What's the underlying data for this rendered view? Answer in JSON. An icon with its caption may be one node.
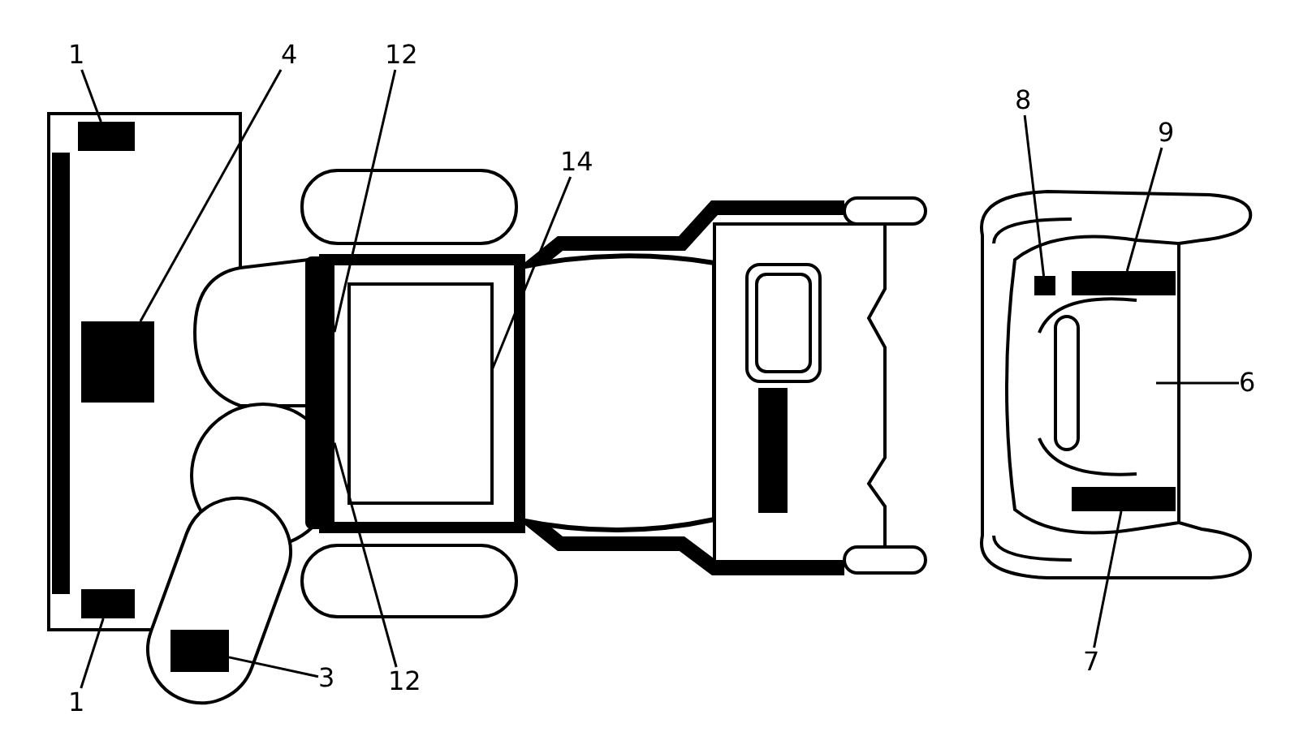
{
  "diagram": {
    "nodes": [
      {
        "text": [
          "1"
        ]
      },
      {
        "text": [],
        "shape": "box"
      },
      {
        "text": [
          "4"
        ]
      },
      {
        "text": [],
        "shape": "box"
      },
      {
        "text": [
          "12"
        ]
      },
      {
        "text": [
          "14"
        ]
      },
      {
        "text": [
          "8"
        ]
      },
      {
        "text": [],
        "shape": "box"
      },
      {
        "text": [
          "9"
        ]
      },
      {
        "text": [],
        "shape": "box"
      },
      {
        "text": [
          "6"
        ]
      },
      {
        "text": [
          "12"
        ]
      },
      {
        "text": [
          "1"
        ]
      },
      {
        "text": [],
        "shape": "box"
      },
      {
        "text": [
          "3"
        ]
      },
      {
        "text": [],
        "shape": "box"
      },
      {
        "text": [
          "7"
        ]
      },
      {
        "text": [],
        "shape": "box"
      },
      {
        "text": [],
        "shape": "bar"
      }
    ],
    "edges": [
      {
        "from": 0,
        "to": 1,
        "arrow": "none"
      },
      {
        "from": 2,
        "to": 3,
        "arrow": "none"
      },
      {
        "from": 4,
        "to": 18,
        "arrow": "none"
      },
      {
        "from": 5,
        "to": null,
        "arrow": "none"
      },
      {
        "from": 6,
        "to": 7,
        "arrow": "none"
      },
      {
        "from": 8,
        "to": 9,
        "arrow": "none"
      },
      {
        "from": 10,
        "to": null,
        "arrow": "none"
      },
      {
        "from": 11,
        "to": 18,
        "arrow": "none"
      },
      {
        "from": 12,
        "to": 13,
        "arrow": "none"
      },
      {
        "from": 14,
        "to": 15,
        "arrow": "none"
      },
      {
        "from": 16,
        "to": 17,
        "arrow": "none"
      }
    ]
  }
}
